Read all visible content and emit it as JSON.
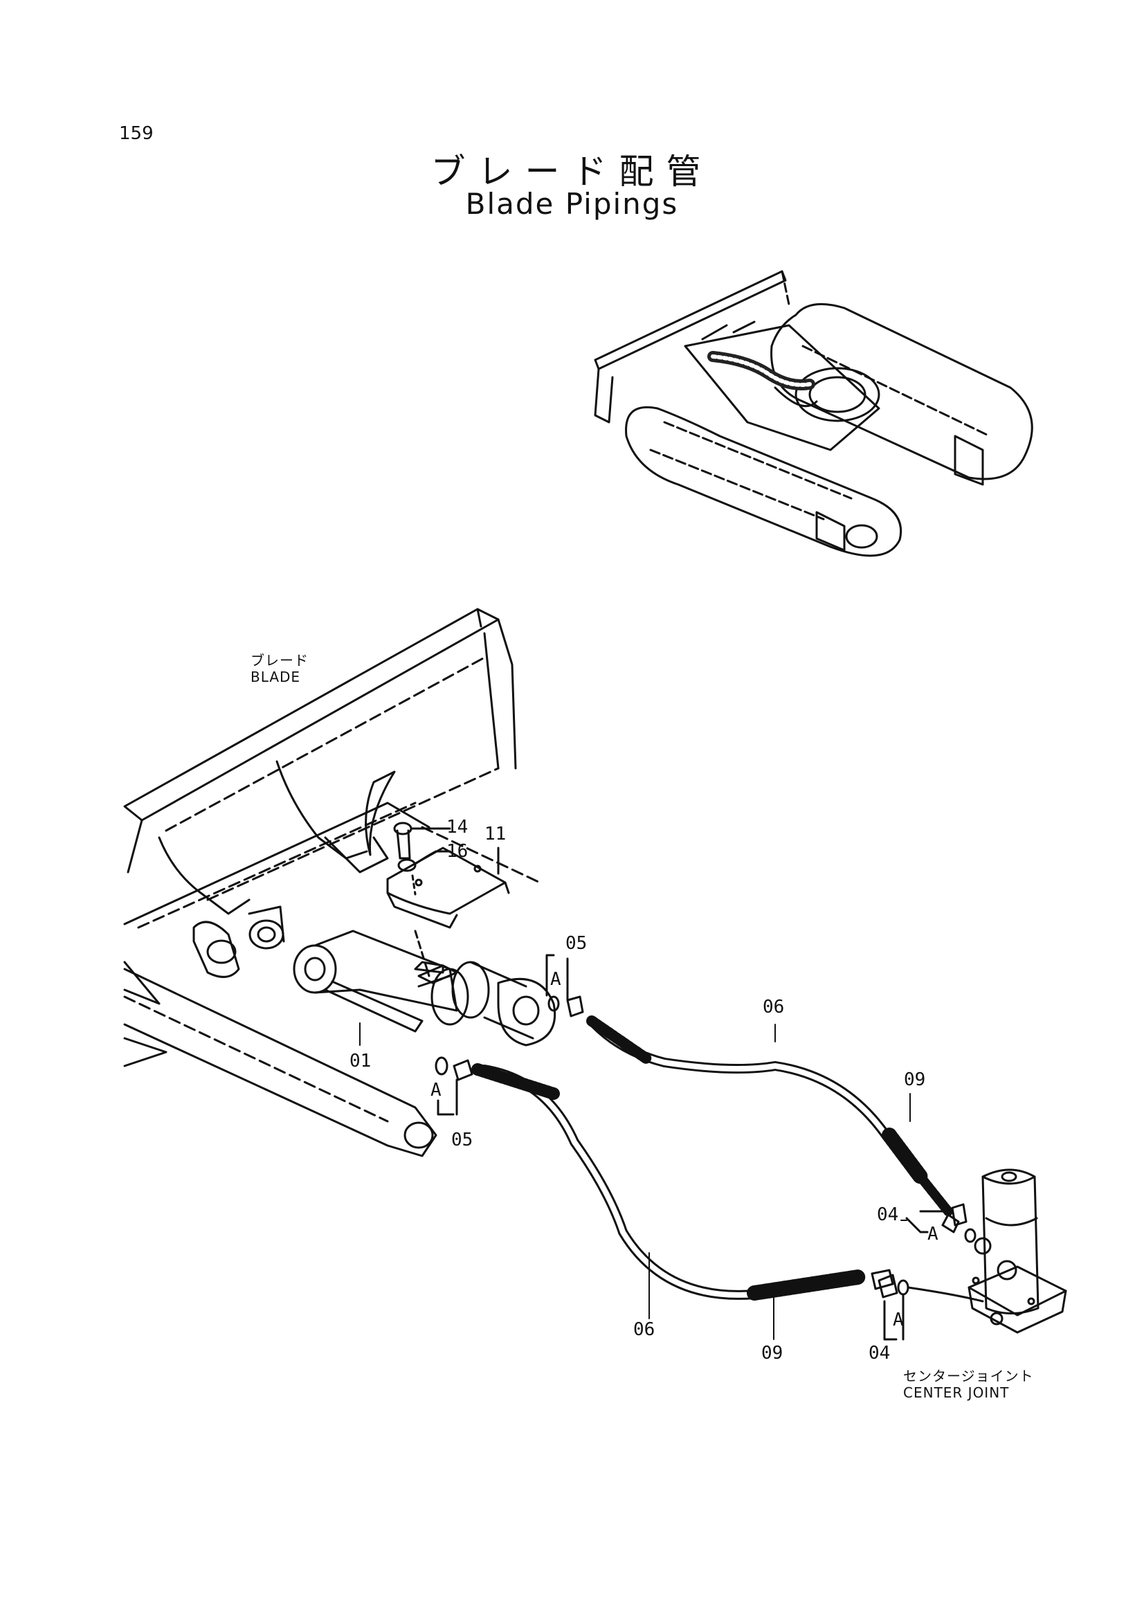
{
  "page": {
    "number": "159"
  },
  "title": {
    "japanese": "ブレード配管",
    "english": "Blade Pipings"
  },
  "labels": {
    "blade_jp": "ブレード",
    "blade_en": "BLADE",
    "center_joint_jp": "センタージョイント",
    "center_joint_en": "CENTER JOINT"
  },
  "callouts": {
    "p01": "01",
    "p04a": "04",
    "p04b": "04",
    "p05a": "05",
    "p05b": "05",
    "p06a": "06",
    "p06b": "06",
    "p09a": "09",
    "p09b": "09",
    "p11": "11",
    "p14": "14",
    "p16": "16",
    "detail_a1": "A",
    "detail_a2": "A",
    "detail_a3": "A",
    "detail_a4": "A"
  },
  "colors": {
    "line": "#111111",
    "paper": "#ffffff"
  }
}
